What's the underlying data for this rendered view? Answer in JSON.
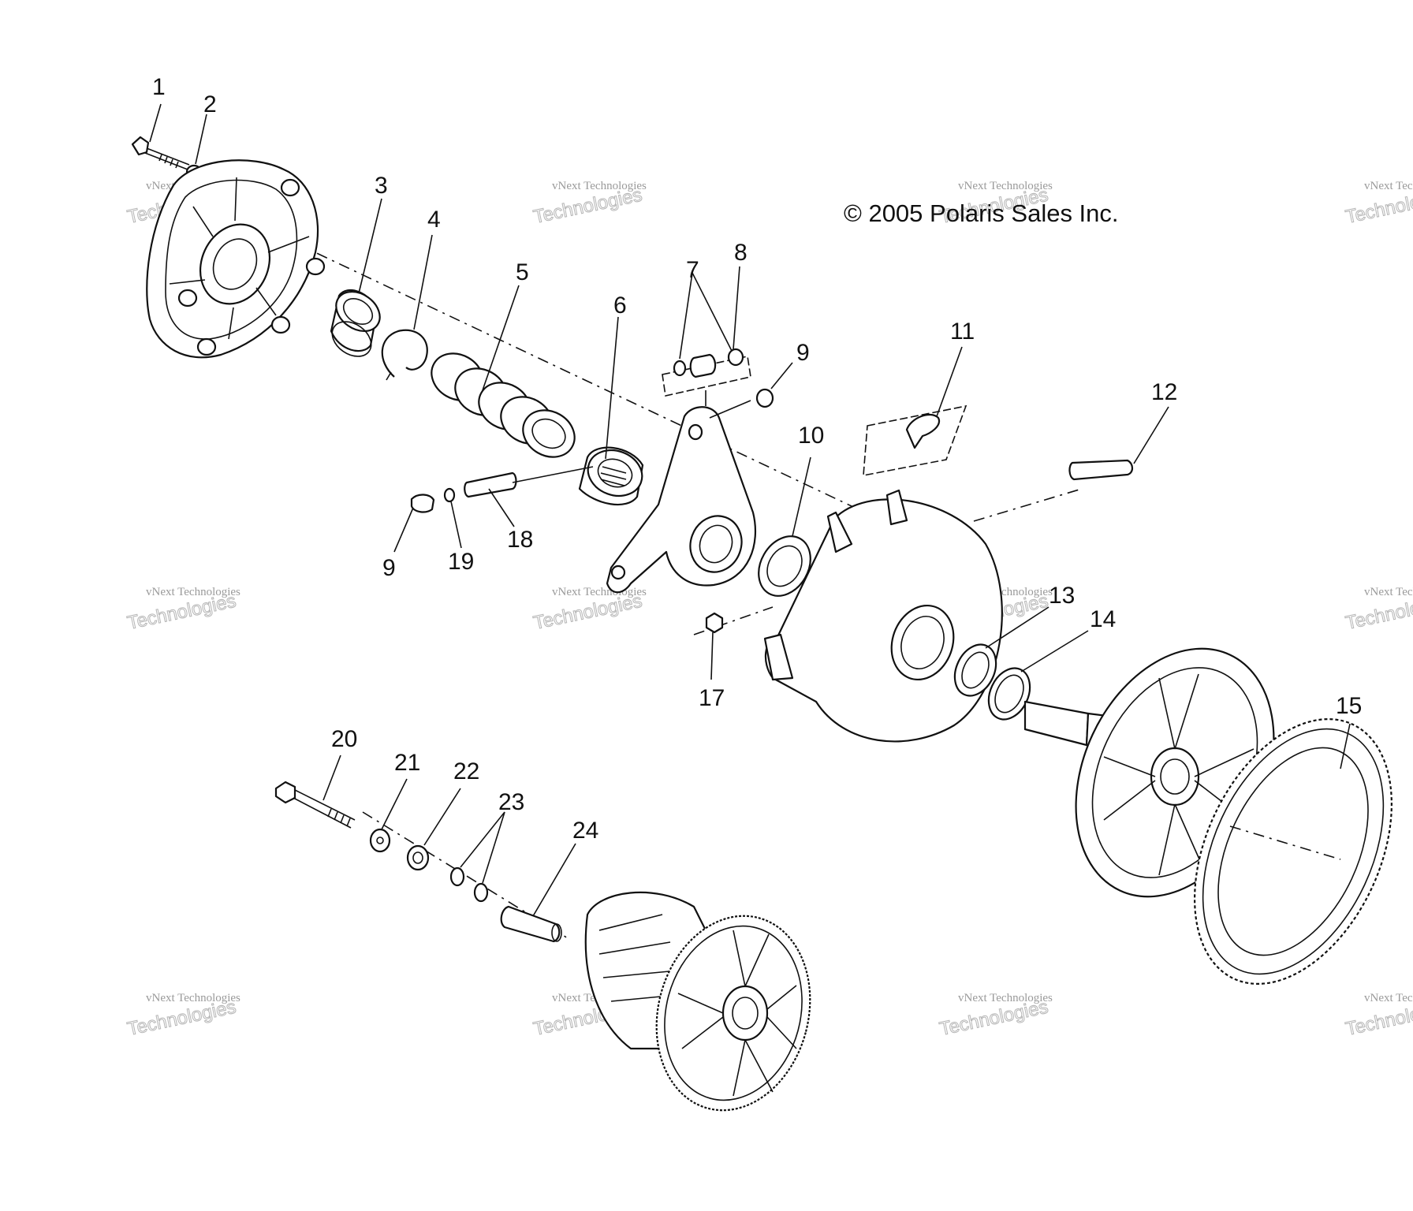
{
  "copyright": "© 2005 Polaris Sales Inc.",
  "watermark": {
    "line1": "vNext Technologies",
    "line2": "Technologies"
  },
  "callouts": [
    "1",
    "2",
    "3",
    "4",
    "5",
    "6",
    "7",
    "8",
    "9",
    "9",
    "10",
    "11",
    "12",
    "13",
    "14",
    "15",
    "17",
    "18",
    "19",
    "20",
    "21",
    "22",
    "23",
    "24"
  ],
  "parts": [
    "cover-plate",
    "bushing-ring",
    "snap-ring",
    "spring",
    "spring-cup",
    "spider-arm",
    "roller-pins",
    "moveable-sheave",
    "fixed-sheave-shaft",
    "ring-gear",
    "bolt",
    "washers",
    "spacer-tube",
    "drive-clutch-assembly"
  ]
}
